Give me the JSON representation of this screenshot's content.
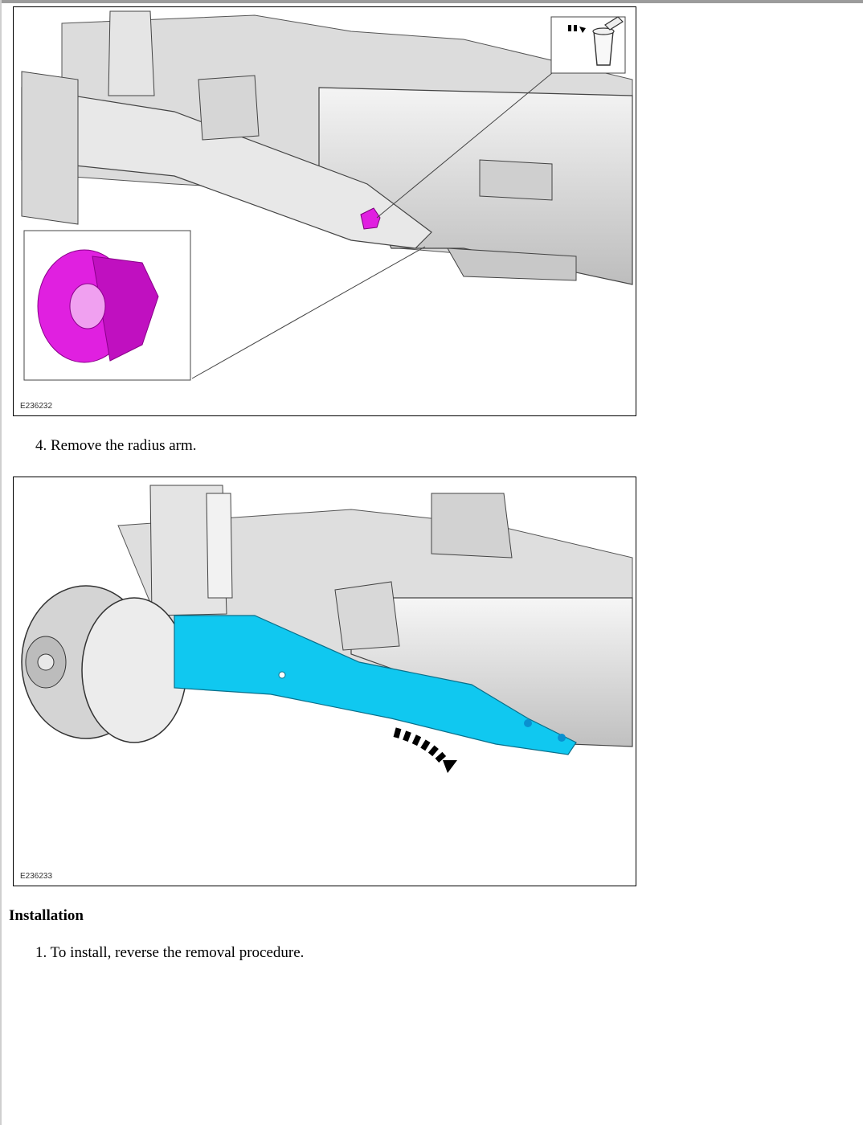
{
  "figures": [
    {
      "id": "E236232",
      "icon": "discard-bin-icon",
      "highlight": "#e020e0"
    },
    {
      "id": "E236233",
      "icon": "removal-arrow-icon",
      "highlight": "#10c8f0"
    }
  ],
  "steps": {
    "remove": "4. Remove the radius arm.",
    "install": "1. To install, reverse the removal procedure."
  },
  "section": {
    "installation": "Installation"
  }
}
